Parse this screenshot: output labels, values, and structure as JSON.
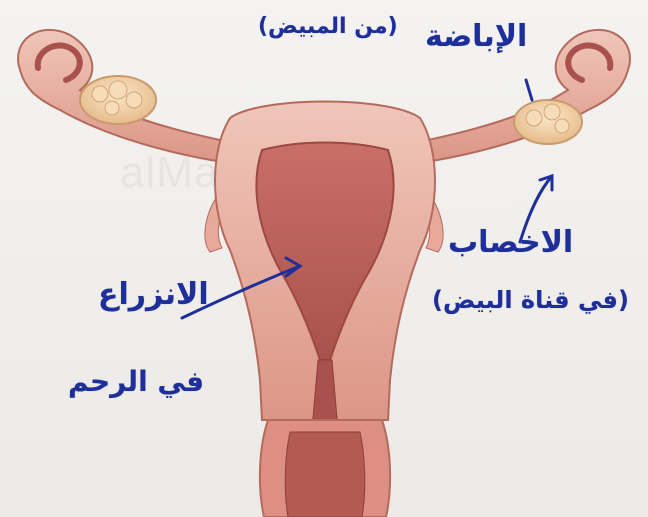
{
  "figure": {
    "labels": {
      "ovulation": "الإباضة",
      "ovary_note": "(من المبيض)",
      "fertilization_line1": "الاخصاب",
      "fertilization_line2": "(في قناة البيض)",
      "implantation_line1": "الانزراع",
      "implantation_line2": "في الرحم"
    },
    "watermark": "alManahj.com/",
    "colors": {
      "ink": "#1f2f9a",
      "tissue": "#e7a99a",
      "tissue_dark": "#b75f55",
      "cavity": "#c86f68",
      "ovary": "#f2d0a8"
    }
  }
}
